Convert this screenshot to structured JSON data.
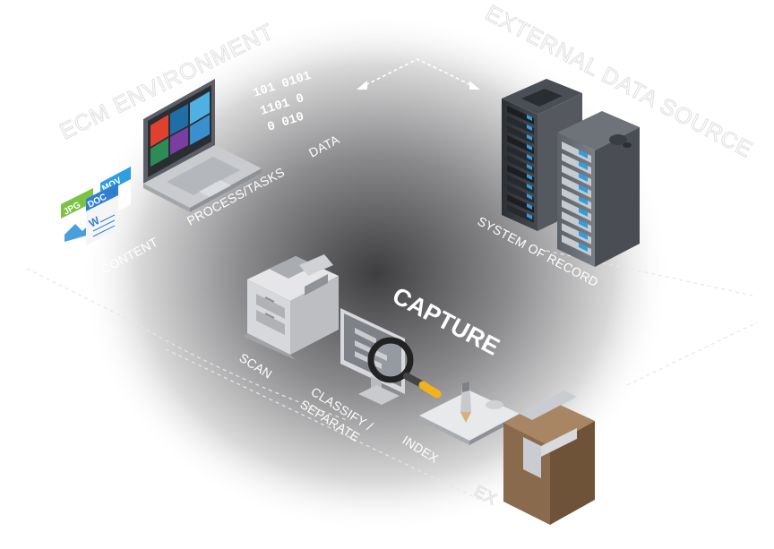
{
  "diagram": {
    "region_labels": {
      "ecm_environment": "ECM ENVIRONMENT",
      "external_data_source": "EXTERNAL DATA SOURCE",
      "export_partial": "EX"
    },
    "center_label": "CAPTURE",
    "binary_lines": [
      "101  0101",
      "1101   0",
      "0  010"
    ],
    "labels": {
      "data": "DATA",
      "process_tasks": "PROCESS/TASKS",
      "content": "CONTENT",
      "system_of_record": "SYSTEM OF RECORD",
      "scan": "SCAN",
      "classify_line1": "CLASSIFY /",
      "classify_line2": "SEPARATE",
      "index": "INDEX"
    },
    "file_badges": {
      "jpg": "JPG",
      "mov": "MOV",
      "doc": "DOC",
      "w": "W"
    },
    "colors": {
      "accent_blue": "#2f9ee0",
      "file_green": "#7cc243",
      "box_brown": "#8a6a4c",
      "rack_dark": "#3b3f44",
      "rack_light": "#6b7076"
    }
  }
}
